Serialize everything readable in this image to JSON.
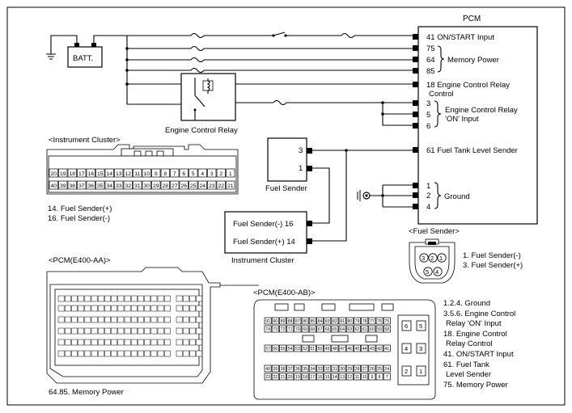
{
  "pcm": {
    "title": "PCM",
    "pin41": "41 ON/START Input",
    "pin75": "75",
    "pin64": "64",
    "pin85": "85",
    "memory_power": "Memory Power",
    "pin18": "18 Engine Control Relay",
    "pin18_cont": "Control",
    "pin3": "3",
    "pin5": "5",
    "pin6": "6",
    "ecr_on_1": "Engine Control Relay",
    "ecr_on_2": "'ON' Input",
    "pin61": "61 Fuel Tank Level Sender",
    "pin1": "1",
    "pin2": "2",
    "pin4": "4",
    "ground": "Ground"
  },
  "battery": {
    "label": "BATT."
  },
  "relay": {
    "label": "Engine Control Relay"
  },
  "fuel_sender": {
    "pin3": "3",
    "pin1": "1",
    "label": "Fuel Sender"
  },
  "cluster_box": {
    "minus": "Fuel Sender(-) 16",
    "plus": "Fuel Sender(+) 14",
    "label": "Instrument Cluster"
  },
  "cluster_connector": {
    "title": "<Instrument Cluster>",
    "row1": [
      "20",
      "19",
      "18",
      "17",
      "16",
      "15",
      "14",
      "13",
      "12",
      "11",
      "10",
      "9",
      "8",
      "7",
      "6",
      "5",
      "4",
      "3",
      "2",
      "1"
    ],
    "row2": [
      "40",
      "39",
      "38",
      "37",
      "36",
      "35",
      "34",
      "33",
      "32",
      "31",
      "30",
      "29",
      "28",
      "27",
      "26",
      "25",
      "24",
      "23",
      "22",
      "21"
    ],
    "note1": "14. Fuel Sender(+)",
    "note2": "16. Fuel Sender(-)"
  },
  "fuel_sender_connector": {
    "title": "<Fuel Sender>",
    "pins": [
      "3",
      "2",
      "1",
      "5",
      "4"
    ],
    "note1": "1. Fuel Sender(-)",
    "note2": "3. Fuel Sender(+)"
  },
  "pcm_aa": {
    "title": "<PCM(E400-AA)>",
    "note": "64.85. Memory Power"
  },
  "pcm_ab": {
    "title": "<PCM(E400-AB)>",
    "row1": [
      "91",
      "90",
      "89",
      "88",
      "87",
      "86",
      "85",
      "84",
      "83",
      "82",
      "81",
      "80",
      "79",
      "78",
      "77",
      "76",
      "75"
    ],
    "row2": [
      "74",
      "73",
      "72",
      "71",
      "70",
      "69",
      "68",
      "67",
      "66",
      "65",
      "64",
      "63",
      "62",
      "61",
      "60",
      "59",
      "58"
    ],
    "row3": [
      "57",
      "56",
      "55",
      "54",
      "53",
      "52",
      "51",
      "50",
      "49",
      "48",
      "47",
      "46",
      "45",
      "44",
      "43",
      "42",
      "41"
    ],
    "row4": [
      "40",
      "39",
      "38",
      "37",
      "36",
      "35",
      "34",
      "33",
      "32",
      "31",
      "30",
      "29",
      "28",
      "27",
      "26",
      "25",
      "24"
    ],
    "row5": [
      "23",
      "22",
      "21",
      "20",
      "19",
      "18",
      "17",
      "16",
      "15",
      "14",
      "13",
      "12",
      "11",
      "10",
      "9",
      "8",
      "7"
    ],
    "big_pins": [
      "6",
      "5",
      "4",
      "3",
      "2",
      "1"
    ]
  },
  "legend": {
    "l1": "1.2.4. Ground",
    "l2": "3.5.6. Engine Control",
    "l3": "Relay 'ON' Input",
    "l4": "18. Engine Control",
    "l5": "Relay Control",
    "l6": "41. ON/START Input",
    "l7": "61. Fuel Tank",
    "l8": "Level Sender",
    "l9": "75. Memory Power"
  }
}
